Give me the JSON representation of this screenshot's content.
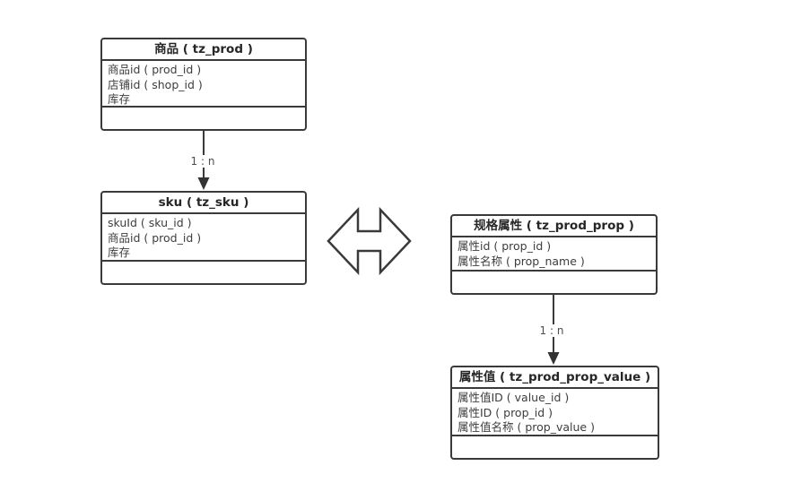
{
  "diagram": {
    "type": "er-diagram",
    "entities": [
      {
        "id": "prod",
        "title": "商品 ( tz_prod )",
        "fields": [
          "商品id ( prod_id )",
          "店铺id ( shop_id )",
          "库存"
        ]
      },
      {
        "id": "sku",
        "title": "sku ( tz_sku )",
        "fields": [
          "skuId ( sku_id )",
          "商品id ( prod_id )",
          "库存"
        ]
      },
      {
        "id": "prop",
        "title": "规格属性 ( tz_prod_prop )",
        "fields": [
          "属性id ( prop_id )",
          "属性名称 ( prop_name )"
        ]
      },
      {
        "id": "prop_value",
        "title": "属性值 ( tz_prod_prop_value )",
        "fields": [
          "属性值ID ( value_id )",
          "属性ID ( prop_id )",
          "属性值名称 ( prop_value )"
        ]
      }
    ],
    "connectors": [
      {
        "from": "prod",
        "to": "sku",
        "label": "1 : n",
        "style": "arrow-down"
      },
      {
        "from": "prop",
        "to": "prop_value",
        "label": "1 : n",
        "style": "arrow-down"
      },
      {
        "from": "sku",
        "to": "prop",
        "label": "",
        "style": "double-arrow"
      }
    ],
    "colors": {
      "border": "#3a3a3a",
      "title_text": "#262626",
      "field_text": "#3d3d3d",
      "label_text": "#4d4d4d",
      "background": "#ffffff"
    }
  }
}
